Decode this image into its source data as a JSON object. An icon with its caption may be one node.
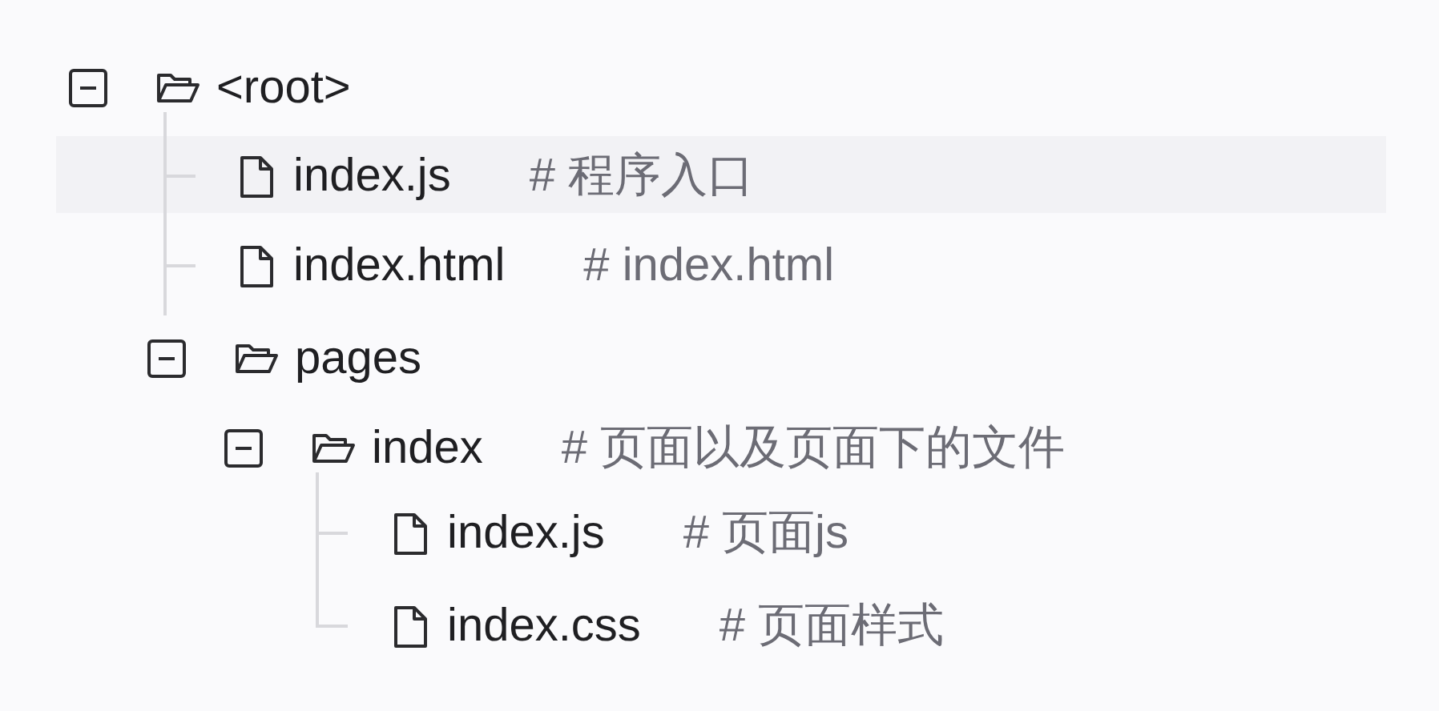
{
  "diagram": {
    "nodes": [
      {
        "text": [
          "<root>"
        ]
      },
      {
        "text": [
          "index.js",
          "# 程序入口"
        ]
      },
      {
        "text": [
          "index.html",
          "# index.html"
        ]
      },
      {
        "text": [
          "pages"
        ]
      },
      {
        "text": [
          "index",
          "# 页面以及页面下的文件"
        ]
      },
      {
        "text": [
          "index.js",
          "# 页面js"
        ]
      },
      {
        "text": [
          "index.css",
          "# 页面样式"
        ]
      }
    ],
    "edges": [
      {
        "from": 0,
        "to": 1,
        "arrow": "none"
      },
      {
        "from": 0,
        "to": 2,
        "arrow": "none"
      },
      {
        "from": 4,
        "to": 5,
        "arrow": "none"
      },
      {
        "from": 4,
        "to": 6,
        "arrow": "none"
      }
    ]
  }
}
